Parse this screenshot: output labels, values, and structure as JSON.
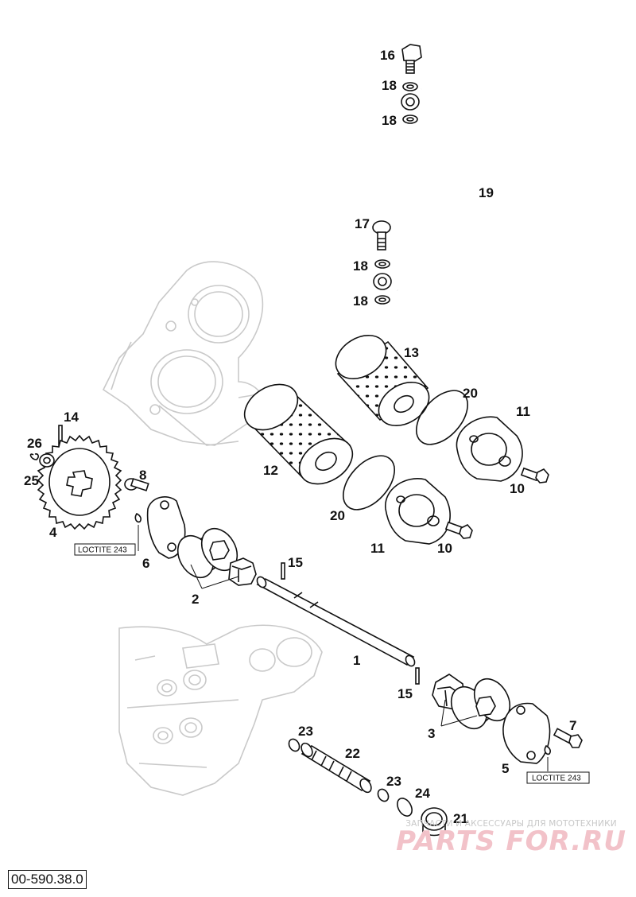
{
  "diagram": {
    "doc_number": "00-590.38.0",
    "loctite_label": "LOCTITE 243",
    "callouts": {
      "p1": "1",
      "p2": "2",
      "p3": "3",
      "p4": "4",
      "p5": "5",
      "p6": "6",
      "p7": "7",
      "p8": "8",
      "p10a": "10",
      "p10b": "10",
      "p11a": "11",
      "p11b": "11",
      "p12": "12",
      "p13": "13",
      "p14": "14",
      "p15a": "15",
      "p15b": "15",
      "p16": "16",
      "p17": "17",
      "p18a": "18",
      "p18b": "18",
      "p18c": "18",
      "p18d": "18",
      "p19": "19",
      "p20a": "20",
      "p20b": "20",
      "p21": "21",
      "p22": "22",
      "p23a": "23",
      "p23b": "23",
      "p24": "24",
      "p25": "25",
      "p26": "26"
    }
  },
  "watermark": {
    "caption": "ЗАПЧАСТИ И АКСЕССУАРЫ ДЛЯ МОТОТЕХНИКИ",
    "logo": "PARTS FOR.RU"
  }
}
